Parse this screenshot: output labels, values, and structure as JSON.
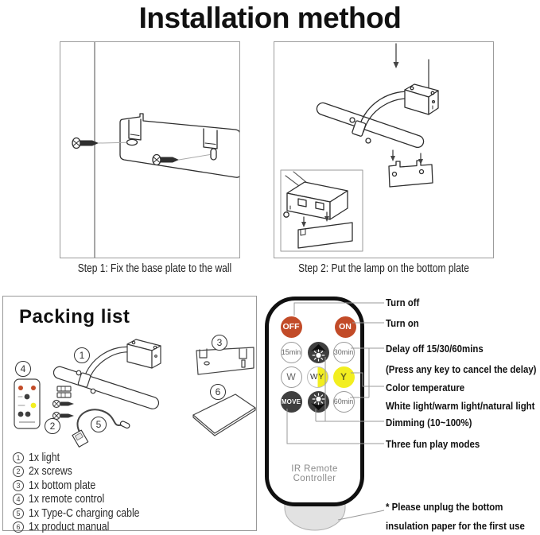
{
  "title": "Installation method",
  "steps": {
    "step1_caption": "Step 1: Fix the base plate to the wall",
    "step2_caption": "Step 2: Put the lamp on the bottom plate"
  },
  "packing": {
    "title": "Packing list",
    "callouts": [
      "1",
      "2",
      "3",
      "4",
      "5",
      "6"
    ],
    "items": [
      {
        "num": "1",
        "label": "1x light"
      },
      {
        "num": "2",
        "label": "2x screws"
      },
      {
        "num": "3",
        "label": "1x bottom plate"
      },
      {
        "num": "4",
        "label": "1x remote control"
      },
      {
        "num": "5",
        "label": "1x Type-C charging cable"
      },
      {
        "num": "6",
        "label": "1x product manual"
      }
    ]
  },
  "remote": {
    "label": "IR Remote Controller",
    "buttons": {
      "off": "OFF",
      "on": "ON",
      "delay15": "15min",
      "delay30": "30min",
      "delay60": "60min",
      "white": "W",
      "wy_w": "W",
      "wy_y": "Y",
      "yellow": "Y",
      "move": "MOVE"
    }
  },
  "annotations": {
    "turn_off": "Turn off",
    "turn_on": "Turn on",
    "delay": "Delay off  15/30/60mins",
    "delay_note": "(Press any key to cancel the delay)",
    "color_temp": "Color temperature",
    "color_temp_note": "White light/warm light/natural light",
    "dimming": "Dimming  (10~100%)",
    "play_modes": "Three fun play modes",
    "footnote_line1": "* Please unplug the bottom",
    "footnote_line2": "insulation paper for the first use"
  },
  "colors": {
    "button_red": "#c24b28",
    "button_yellow": "#f2ee20",
    "button_dark": "#3f3f3f",
    "connector_gray": "#9a9a9a"
  }
}
